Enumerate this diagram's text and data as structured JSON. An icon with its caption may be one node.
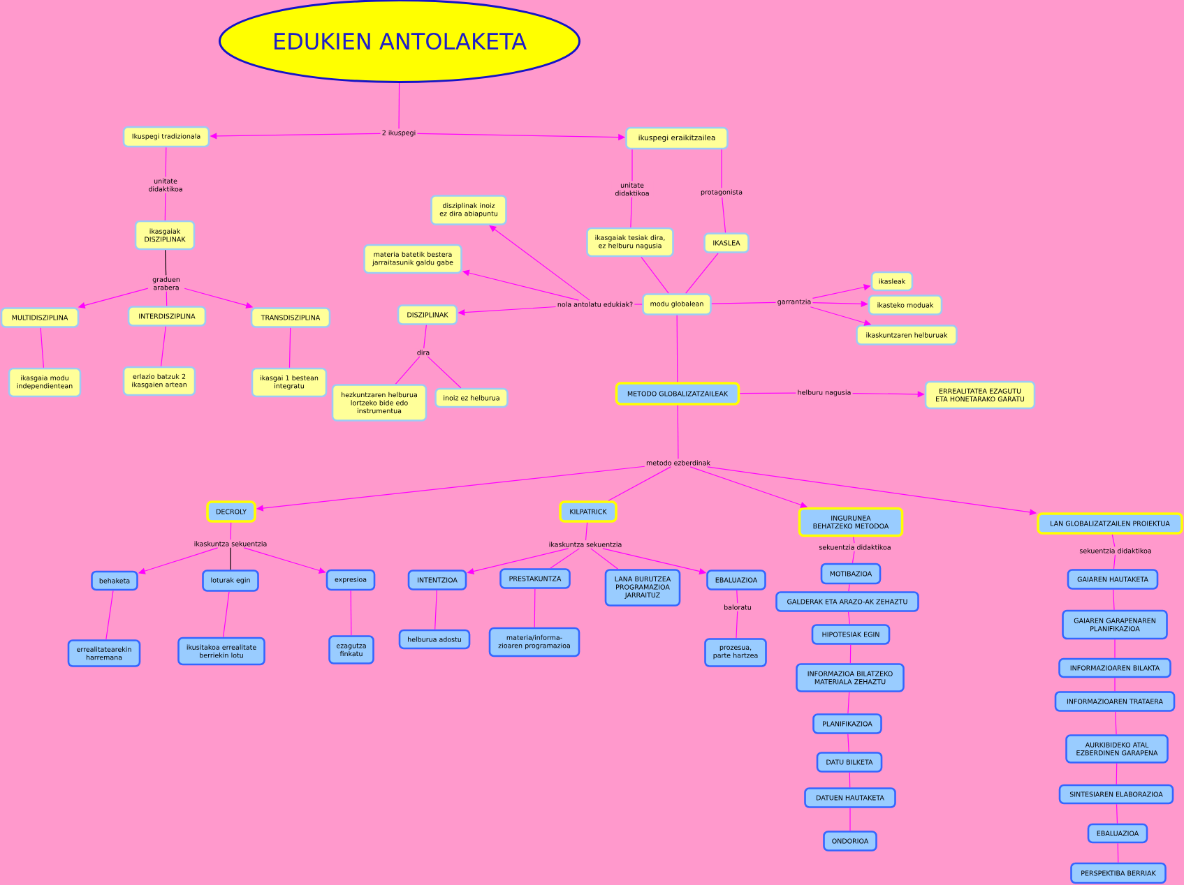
{
  "diagram": {
    "nodes": [
      {
        "text": [
          "EDUKIEN ANTOLAKETA"
        ]
      },
      {
        "text": [
          "2 ikuspegi"
        ]
      },
      {
        "text": [
          "Ikuspegi tradizionala"
        ]
      },
      {
        "text": [
          "ikuspegi eraikitzailea"
        ]
      },
      {
        "text": [
          "unitate didaktikoa"
        ]
      },
      {
        "text": [
          "unitate didaktikoa"
        ]
      },
      {
        "text": [
          "protagonista"
        ]
      },
      {
        "text": [
          "disziplinak inoiz ez dira abiapuntu"
        ]
      },
      {
        "text": [
          "ikasgaiak DISZIPLINAK"
        ]
      },
      {
        "text": [
          "ikasgaiak tesiak dira, ez helburu nagusia"
        ]
      },
      {
        "text": [
          "IKASLEA"
        ]
      },
      {
        "text": [
          "materia batetik bestera jarraitasunik galdu gabe"
        ]
      },
      {
        "text": [
          "graduen arabera"
        ]
      },
      {
        "text": [
          "ikasleak"
        ]
      },
      {
        "text": [
          "DISZIPLINAK"
        ]
      },
      {
        "text": [
          "nola antolatu edukiak?"
        ]
      },
      {
        "text": [
          "modu globalean"
        ]
      },
      {
        "text": [
          "garrantzia"
        ]
      },
      {
        "text": [
          "ikasteko moduak"
        ]
      },
      {
        "text": [
          "MULTIDISZIPLINA"
        ]
      },
      {
        "text": [
          "INTERDISZIPLINA"
        ]
      },
      {
        "text": [
          "TRANSDISZIPLINA"
        ]
      },
      {
        "text": [
          "ikaskuntzaren helburuak"
        ]
      },
      {
        "text": [
          "dira"
        ]
      },
      {
        "text": [
          "ikasgaia modu independientean"
        ]
      },
      {
        "text": [
          "erlazio batzuk 2 ikasgaien artean"
        ]
      },
      {
        "text": [
          "ikasgai 1 bestean integratu"
        ]
      },
      {
        "text": [
          "hezkuntzaren helburua lortzeko bide edo instrumentua"
        ]
      },
      {
        "text": [
          "inoiz ez helburua"
        ]
      },
      {
        "text": [
          "METODO GLOBALIZATZAILEAK"
        ]
      },
      {
        "text": [
          "helburu nagusia"
        ]
      },
      {
        "text": [
          "ERREALITATEA EZAGUTU ETA HONETARAKO GARATU"
        ]
      },
      {
        "text": [
          "metodo ezberdinak"
        ]
      },
      {
        "text": [
          "DECROLY"
        ]
      },
      {
        "text": [
          "KILPATRICK"
        ]
      },
      {
        "text": [
          "INGURUNEA BEHATZEKO METODOA"
        ]
      },
      {
        "text": [
          "LAN GLOBALIZATZAILEN PROIEKTUA"
        ]
      },
      {
        "text": [
          "ikaskuntza sekuentzia"
        ]
      },
      {
        "text": [
          "ikaskuntza sekuentzia"
        ]
      },
      {
        "text": [
          "sekuentzia didaktikoa"
        ]
      },
      {
        "text": [
          "sekuentzia didaktikoa"
        ]
      },
      {
        "text": [
          "behaketa"
        ]
      },
      {
        "text": [
          "loturak egin"
        ]
      },
      {
        "text": [
          "expresioa"
        ]
      },
      {
        "text": [
          "INTENTZIOA"
        ]
      },
      {
        "text": [
          "PRESTAKUNTZA"
        ]
      },
      {
        "text": [
          "LANA BURUTZEA PROGRAMAZIOA JARRAITUZ"
        ]
      },
      {
        "text": [
          "EBALUAZIOA"
        ]
      },
      {
        "text": [
          "MOTIBAZIOA"
        ]
      },
      {
        "text": [
          "baloratu"
        ]
      },
      {
        "text": [
          "GALDERAK ETA ARAZO-AK ZEHAZTU"
        ]
      },
      {
        "text": [
          "GAIAREN HAUTAKETA"
        ]
      },
      {
        "text": [
          "GAIAREN GARAPENAREN PLANIFIKAZIOA"
        ]
      },
      {
        "text": [
          "HIPOTESIAK EGIN"
        ]
      },
      {
        "text": [
          "errealitatearekin harremana"
        ]
      },
      {
        "text": [
          "ikusitakoa errealitate berriekin lotu"
        ]
      },
      {
        "text": [
          "ezagutza finkatu"
        ]
      },
      {
        "text": [
          "helburua adostu"
        ]
      },
      {
        "text": [
          "materia/informa- zioaren programazioa"
        ]
      },
      {
        "text": [
          "prozesua, parte hartzea"
        ]
      },
      {
        "text": [
          "INFORMAZIOAREN BILAKTA"
        ]
      },
      {
        "text": [
          "INFORMAZIOA BILATZEKO MATERIALA ZEHAZTU"
        ]
      },
      {
        "text": [
          "INFORMAZIOAREN TRATAERA"
        ]
      },
      {
        "text": [
          "PLANIFIKAZIOA"
        ]
      },
      {
        "text": [
          "AURKIBIDEKO ATAL EZBERDINEN GARAPENA"
        ]
      },
      {
        "text": [
          "DATU BILKETA"
        ]
      },
      {
        "text": [
          "SINTESIAREN ELABORAZIOA"
        ]
      },
      {
        "text": [
          "DATUEN HAUTAKETA"
        ]
      },
      {
        "text": [
          "EBALUAZIOA"
        ]
      },
      {
        "text": [
          "ONDORIOA"
        ]
      },
      {
        "text": [
          "PERSPEKTIBA BERRIAK"
        ]
      }
    ],
    "edges": [
      {
        "from": 0,
        "to": 1,
        "arrow": "none"
      },
      {
        "from": 1,
        "to": 2,
        "arrow": "to"
      },
      {
        "from": 1,
        "to": 3,
        "arrow": "to"
      },
      {
        "from": 2,
        "to": 4,
        "arrow": "none"
      },
      {
        "from": 4,
        "to": 8,
        "arrow": "none"
      },
      {
        "from": 8,
        "to": 12,
        "arrow": "none",
        "color": "#000000"
      },
      {
        "from": 12,
        "to": 19,
        "arrow": "to"
      },
      {
        "from": 12,
        "to": 20,
        "arrow": "none"
      },
      {
        "from": 12,
        "to": 21,
        "arrow": "to"
      },
      {
        "from": 19,
        "to": 24,
        "arrow": "none"
      },
      {
        "from": 20,
        "to": 25,
        "arrow": "none"
      },
      {
        "from": 21,
        "to": 26,
        "arrow": "none"
      },
      {
        "from": 3,
        "to": 5,
        "arrow": "none"
      },
      {
        "from": 5,
        "to": 9,
        "arrow": "none"
      },
      {
        "from": 3,
        "to": 6,
        "arrow": "none"
      },
      {
        "from": 6,
        "to": 10,
        "arrow": "none"
      },
      {
        "from": 9,
        "to": 16,
        "arrow": "none"
      },
      {
        "from": 10,
        "to": 16,
        "arrow": "none"
      },
      {
        "from": 16,
        "to": 15,
        "arrow": "none"
      },
      {
        "from": 15,
        "to": 7,
        "arrow": "to"
      },
      {
        "from": 15,
        "to": 11,
        "arrow": "to"
      },
      {
        "from": 15,
        "to": 14,
        "arrow": "to"
      },
      {
        "from": 14,
        "to": 23,
        "arrow": "none"
      },
      {
        "from": 23,
        "to": 27,
        "arrow": "none"
      },
      {
        "from": 23,
        "to": 28,
        "arrow": "none"
      },
      {
        "from": 16,
        "to": 17,
        "arrow": "none"
      },
      {
        "from": 17,
        "to": 13,
        "arrow": "to"
      },
      {
        "from": 17,
        "to": 18,
        "arrow": "to"
      },
      {
        "from": 17,
        "to": 22,
        "arrow": "to"
      },
      {
        "from": 16,
        "to": 29,
        "arrow": "none"
      },
      {
        "from": 29,
        "to": 30,
        "arrow": "none"
      },
      {
        "from": 30,
        "to": 31,
        "arrow": "to"
      },
      {
        "from": 29,
        "to": 32,
        "arrow": "none"
      },
      {
        "from": 32,
        "to": 33,
        "arrow": "to"
      },
      {
        "from": 32,
        "to": 34,
        "arrow": "none"
      },
      {
        "from": 32,
        "to": 35,
        "arrow": "to"
      },
      {
        "from": 32,
        "to": 36,
        "arrow": "to"
      },
      {
        "from": 33,
        "to": 37,
        "arrow": "none"
      },
      {
        "from": 37,
        "to": 41,
        "arrow": "to"
      },
      {
        "from": 37,
        "to": 42,
        "arrow": "none",
        "color": "#000000"
      },
      {
        "from": 37,
        "to": 43,
        "arrow": "to"
      },
      {
        "from": 41,
        "to": 54,
        "arrow": "none"
      },
      {
        "from": 42,
        "to": 55,
        "arrow": "none"
      },
      {
        "from": 43,
        "to": 56,
        "arrow": "none"
      },
      {
        "from": 34,
        "to": 38,
        "arrow": "none"
      },
      {
        "from": 38,
        "to": 44,
        "arrow": "to"
      },
      {
        "from": 38,
        "to": 45,
        "arrow": "none"
      },
      {
        "from": 38,
        "to": 46,
        "arrow": "none"
      },
      {
        "from": 38,
        "to": 47,
        "arrow": "to"
      },
      {
        "from": 44,
        "to": 57,
        "arrow": "none"
      },
      {
        "from": 45,
        "to": 58,
        "arrow": "none"
      },
      {
        "from": 47,
        "to": 49,
        "arrow": "none"
      },
      {
        "from": 49,
        "to": 59,
        "arrow": "none"
      },
      {
        "from": 35,
        "to": 39,
        "arrow": "none"
      },
      {
        "from": 39,
        "to": 48,
        "arrow": "none"
      },
      {
        "from": 48,
        "to": 50,
        "arrow": "none"
      },
      {
        "from": 50,
        "to": 53,
        "arrow": "none"
      },
      {
        "from": 53,
        "to": 61,
        "arrow": "none"
      },
      {
        "from": 61,
        "to": 63,
        "arrow": "none"
      },
      {
        "from": 63,
        "to": 65,
        "arrow": "none"
      },
      {
        "from": 65,
        "to": 67,
        "arrow": "none"
      },
      {
        "from": 67,
        "to": 69,
        "arrow": "none"
      },
      {
        "from": 36,
        "to": 40,
        "arrow": "none"
      },
      {
        "from": 40,
        "to": 51,
        "arrow": "none"
      },
      {
        "from": 51,
        "to": 52,
        "arrow": "none"
      },
      {
        "from": 52,
        "to": 60,
        "arrow": "none"
      },
      {
        "from": 60,
        "to": 62,
        "arrow": "none"
      },
      {
        "from": 62,
        "to": 64,
        "arrow": "none"
      },
      {
        "from": 64,
        "to": 66,
        "arrow": "none"
      },
      {
        "from": 66,
        "to": 68,
        "arrow": "none"
      },
      {
        "from": 68,
        "to": 70,
        "arrow": "none"
      }
    ]
  }
}
